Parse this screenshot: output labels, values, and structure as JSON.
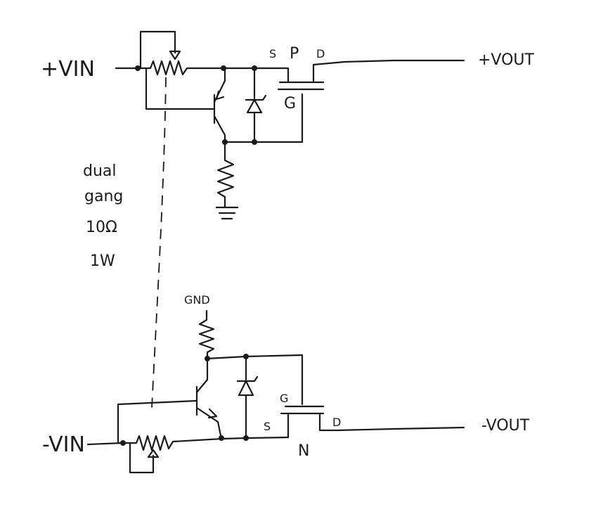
{
  "labels": {
    "vin_pos": "+VIN",
    "vout_pos": "+VOUT",
    "vin_neg": "-VIN",
    "vout_neg": "-VOUT",
    "pmos_source": "S",
    "pmos_type": "P",
    "pmos_drain": "D",
    "pmos_gate": "G",
    "nmos_gate": "G",
    "nmos_source": "S",
    "nmos_drain": "D",
    "nmos_type": "N",
    "gnd": "GND",
    "note_line1": "dual",
    "note_line2": "gang",
    "note_line3": "10Ω",
    "note_line4": "1W"
  }
}
